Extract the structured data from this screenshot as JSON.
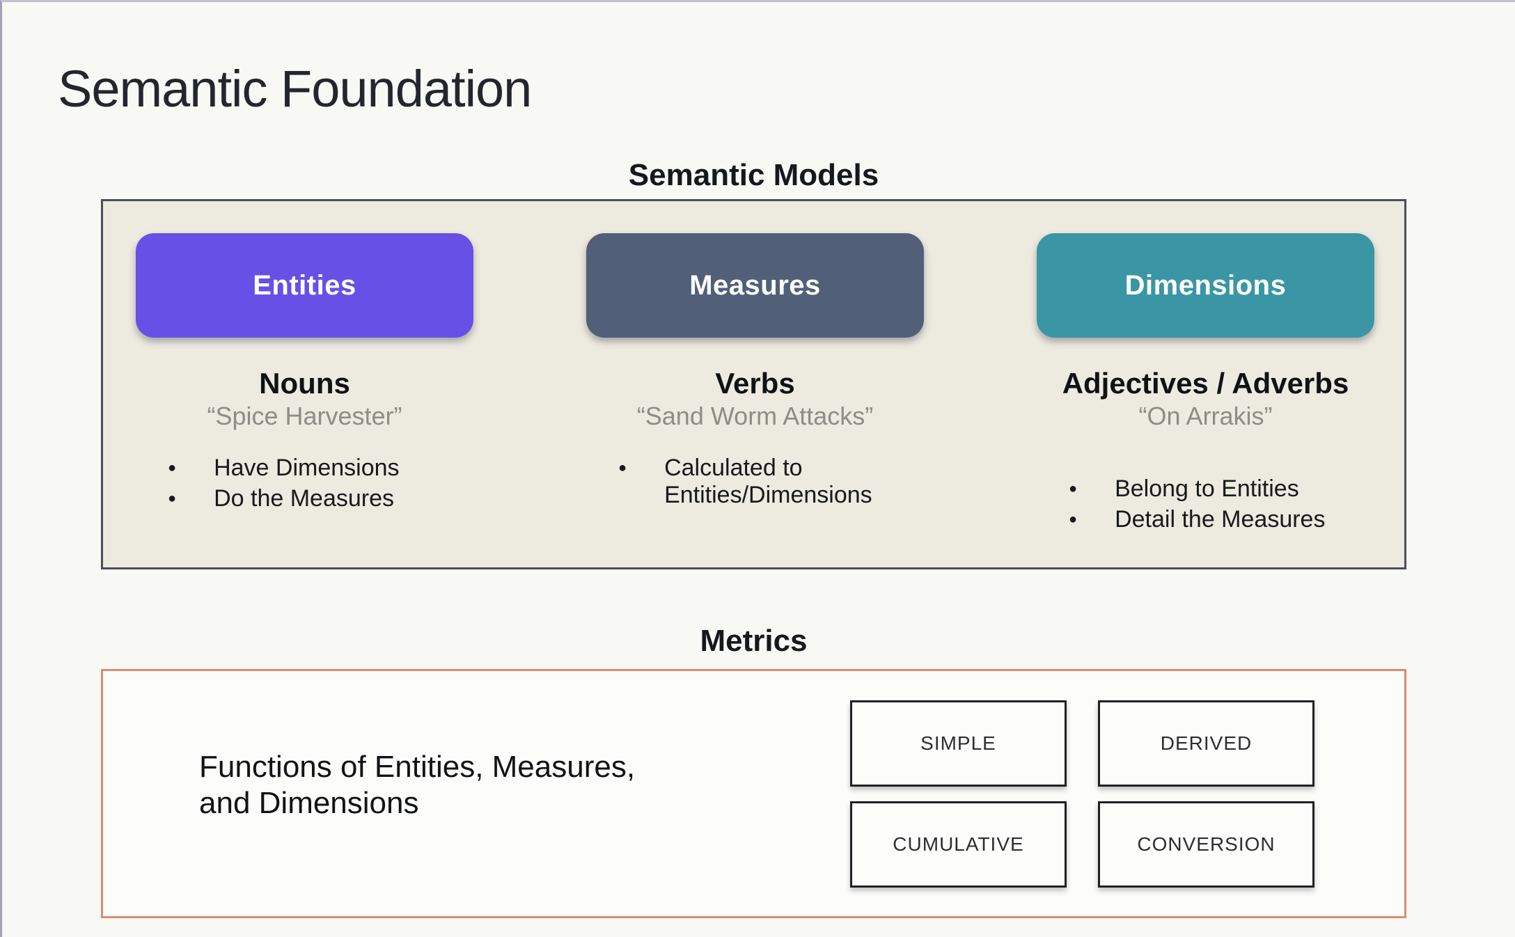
{
  "page": {
    "title": "Semantic Foundation"
  },
  "glyphs": {
    "bullet": "●"
  },
  "colors": {
    "models_box_bg": "#edeadf",
    "entities_pill": "#6750e6",
    "measures_pill": "#525f78",
    "dimensions_pill": "#3a96a4",
    "metrics_border": "#d98d72"
  },
  "semantic_models": {
    "heading": "Semantic Models",
    "columns": [
      {
        "pill": "Entities",
        "heading": "Nouns",
        "quote": "“Spice Harvester”",
        "bullets": [
          "Have Dimensions",
          "Do the Measures"
        ]
      },
      {
        "pill": "Measures",
        "heading": "Verbs",
        "quote": "“Sand Worm Attacks”",
        "bullets": [
          "Calculated to Entities/Dimensions"
        ]
      },
      {
        "pill": "Dimensions",
        "heading": "Adjectives / Adverbs",
        "quote": "“On Arrakis”",
        "bullets": [
          "Belong to Entities",
          "Detail the Measures"
        ]
      }
    ]
  },
  "metrics": {
    "heading": "Metrics",
    "description": "Functions of Entities, Measures, and Dimensions",
    "cards": [
      "SIMPLE",
      "DERIVED",
      "CUMULATIVE",
      "CONVERSION"
    ]
  }
}
